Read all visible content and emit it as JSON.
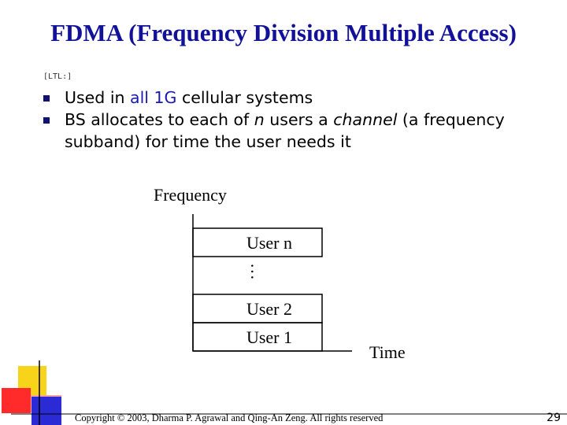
{
  "slide": {
    "title": "FDMA (Frequency Division Multiple Access)",
    "tag": "[LTL:]"
  },
  "bullets": [
    {
      "text_before": "Used in ",
      "highlight": "all 1G",
      "text_after": " cellular systems"
    },
    {
      "text_before": "BS allocates to each of ",
      "n_var": "n",
      "text_middle": " users a ",
      "channel_word": "channel",
      "text_after": " (a frequency subband) for time the user needs it"
    }
  ],
  "diagram": {
    "y_axis_label": "Frequency",
    "x_axis_label": "Time",
    "ellipsis": "…",
    "bands": {
      "user_n": "User n",
      "user_2": "User 2",
      "user_1": "User 1"
    }
  },
  "footer": {
    "copyright": "Copyright © 2003, Dharma P. Agrawal and Qing-An Zeng. All rights reserved",
    "page_number": "29"
  },
  "colors": {
    "title": "#111199",
    "highlight": "#1a1ab0",
    "bullet": "#111177",
    "accent_yellow": "#f7d31a",
    "accent_red": "#ff2a2a",
    "accent_blue": "#2b2bd6",
    "accent_pink": "#f6a4a4"
  },
  "icons": {
    "bullet": "square-bullet-icon",
    "corner": "corner-decoration-icon"
  }
}
